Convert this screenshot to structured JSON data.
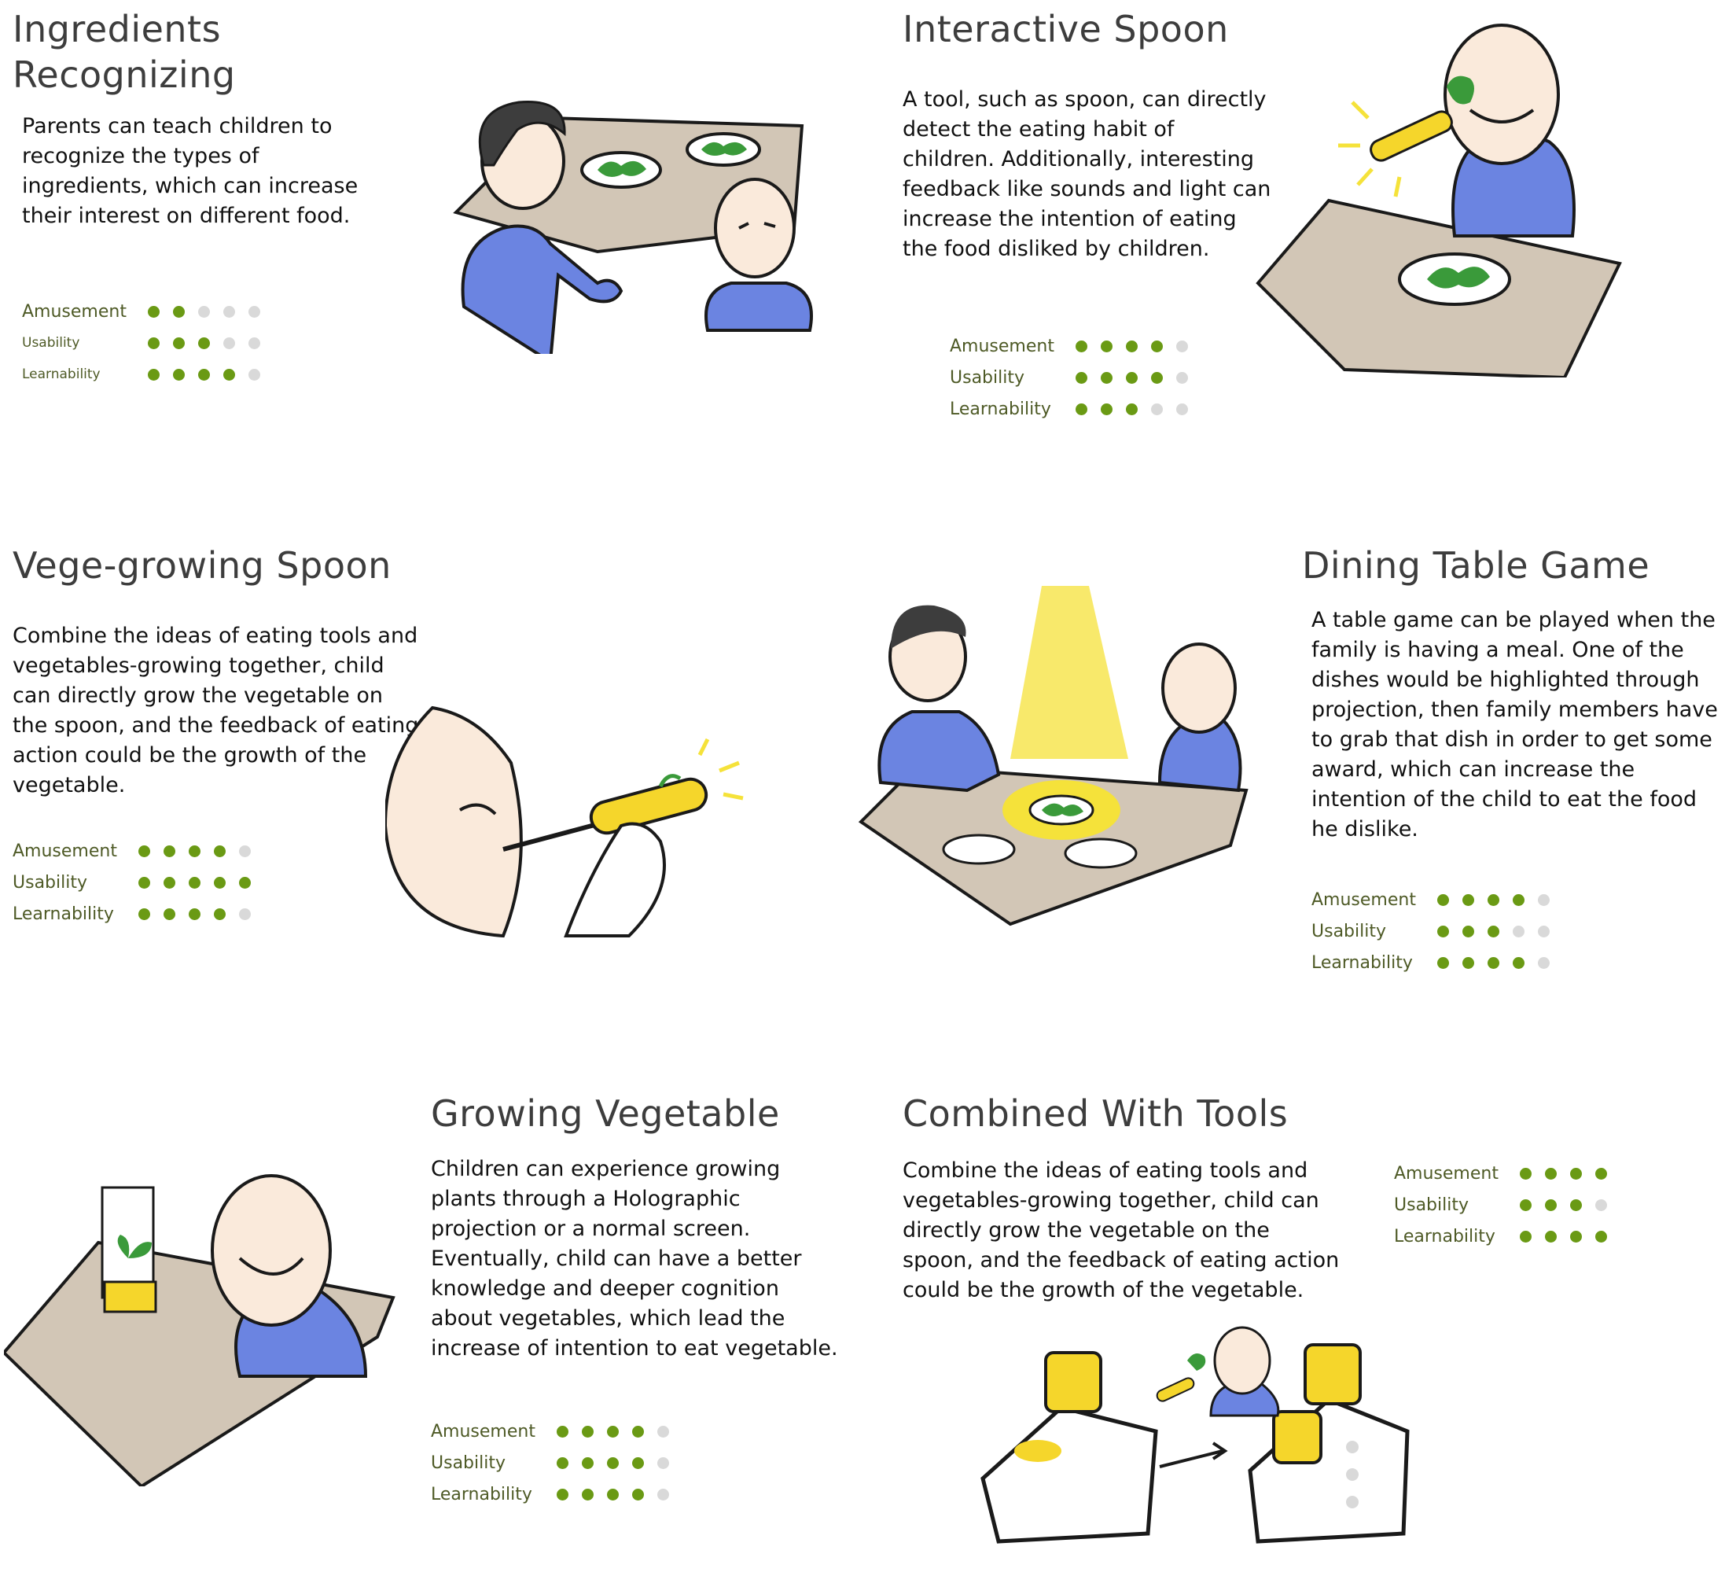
{
  "colors": {
    "rating_on": "#6a9a14",
    "rating_off": "#d9d9d9",
    "label": "#4e5a26",
    "table": "#d2c6b6",
    "shirt": "#6b84e1",
    "skin": "#faeadb",
    "hair": "#3d3d3d",
    "glow": "#f5e23a",
    "vegetable": "#3a9a3a"
  },
  "rating_labels": {
    "amusement": "Amusement",
    "usability": "Usability",
    "learnability": "Learnability"
  },
  "cards": [
    {
      "id": "ingredients-recognizing",
      "title_lines": [
        "Ingredients",
        "Recognizing"
      ],
      "description": "Parents can teach children to recognize the types of ingredients, which can increase their interest on different food.",
      "ratings": {
        "amusement": 2,
        "usability": 3,
        "learnability": 4
      },
      "max": 5,
      "illustration": "parent-child-table-illustration"
    },
    {
      "id": "interactive-spoon",
      "title": "Interactive Spoon",
      "description": "A tool, such as spoon, can directly detect the eating habit of children. Additionally, interesting feedback like sounds and light can increase the intention of eating the food disliked by children.",
      "ratings": {
        "amusement": 4,
        "usability": 4,
        "learnability": 3
      },
      "max": 5,
      "illustration": "child-glowing-spoon-illustration"
    },
    {
      "id": "vege-growing-spoon",
      "title": "Vege-growing Spoon",
      "description": "Combine the ideas of eating tools and vegetables-growing together, child can directly grow the vegetable on the spoon, and the feedback of eating action could be the growth of the vegetable.",
      "ratings": {
        "amusement": 4,
        "usability": 5,
        "learnability": 4
      },
      "max": 5,
      "illustration": "spoon-sprout-illustration"
    },
    {
      "id": "dining-table-game",
      "title": "Dining Table Game",
      "description": "A table game can be played when the family is having a meal. One of the dishes would be highlighted through projection, then family members have to grab that dish in order to get some award, which can increase the intention of the child to eat the food he dislike.",
      "ratings": {
        "amusement": 4,
        "usability": 3,
        "learnability": 4
      },
      "max": 5,
      "illustration": "projection-table-game-illustration"
    },
    {
      "id": "growing-vegetable",
      "title": "Growing Vegetable",
      "description": "Children can experience growing plants through a Holographic projection or a normal screen. Eventually, child can have a better knowledge and deeper cognition about vegetables, which lead the increase of intention to eat vegetable.",
      "ratings": {
        "amusement": 4,
        "usability": 4,
        "learnability": 4
      },
      "max": 5,
      "illustration": "holographic-plant-illustration"
    },
    {
      "id": "combined-with-tools",
      "title": "Combined With Tools",
      "description": "Combine the ideas of eating tools and vegetables-growing together, child can directly grow the vegetable on the spoon, and the feedback of eating action could be the growth of the vegetable.",
      "ratings": {
        "amusement": 4,
        "usability": 3,
        "learnability": 4
      },
      "max": 4,
      "illustration": "combined-tools-illustration"
    }
  ]
}
